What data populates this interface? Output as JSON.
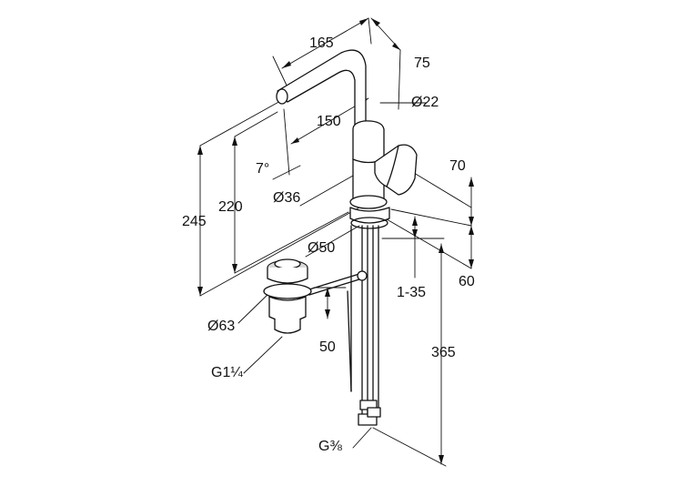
{
  "dimensions": {
    "spout_reach": "165",
    "spout_depth": "75",
    "spout_diameter": "Ø22",
    "outlet_reach": "150",
    "outlet_angle": "7°",
    "body_diameter": "Ø36",
    "handle_height": "70",
    "base_diameter": "Ø50",
    "deck_thickness": "1-35",
    "base_depth": "60",
    "total_height": "245",
    "outlet_height": "220",
    "drain_diameter": "Ø63",
    "drain_thread": "G1¼",
    "drain_depth": "50",
    "hose_length": "365",
    "hose_thread": "G⅜"
  }
}
